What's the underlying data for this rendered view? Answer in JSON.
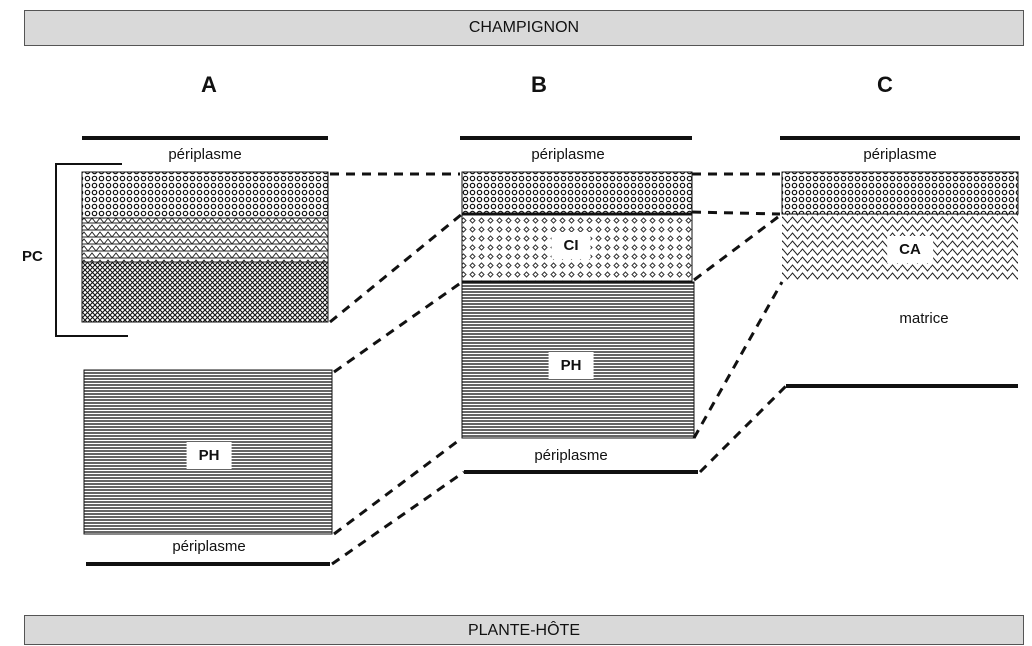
{
  "banners": {
    "top": "CHAMPIGNON",
    "bottom": "PLANTE-HÔTE"
  },
  "columns": {
    "a": "A",
    "b": "B",
    "c": "C"
  },
  "labels": {
    "pc": "PC",
    "periplasm": "périplasme",
    "matrix": "matrice",
    "ph": "PH",
    "ci": "CI",
    "ca": "CA"
  }
}
